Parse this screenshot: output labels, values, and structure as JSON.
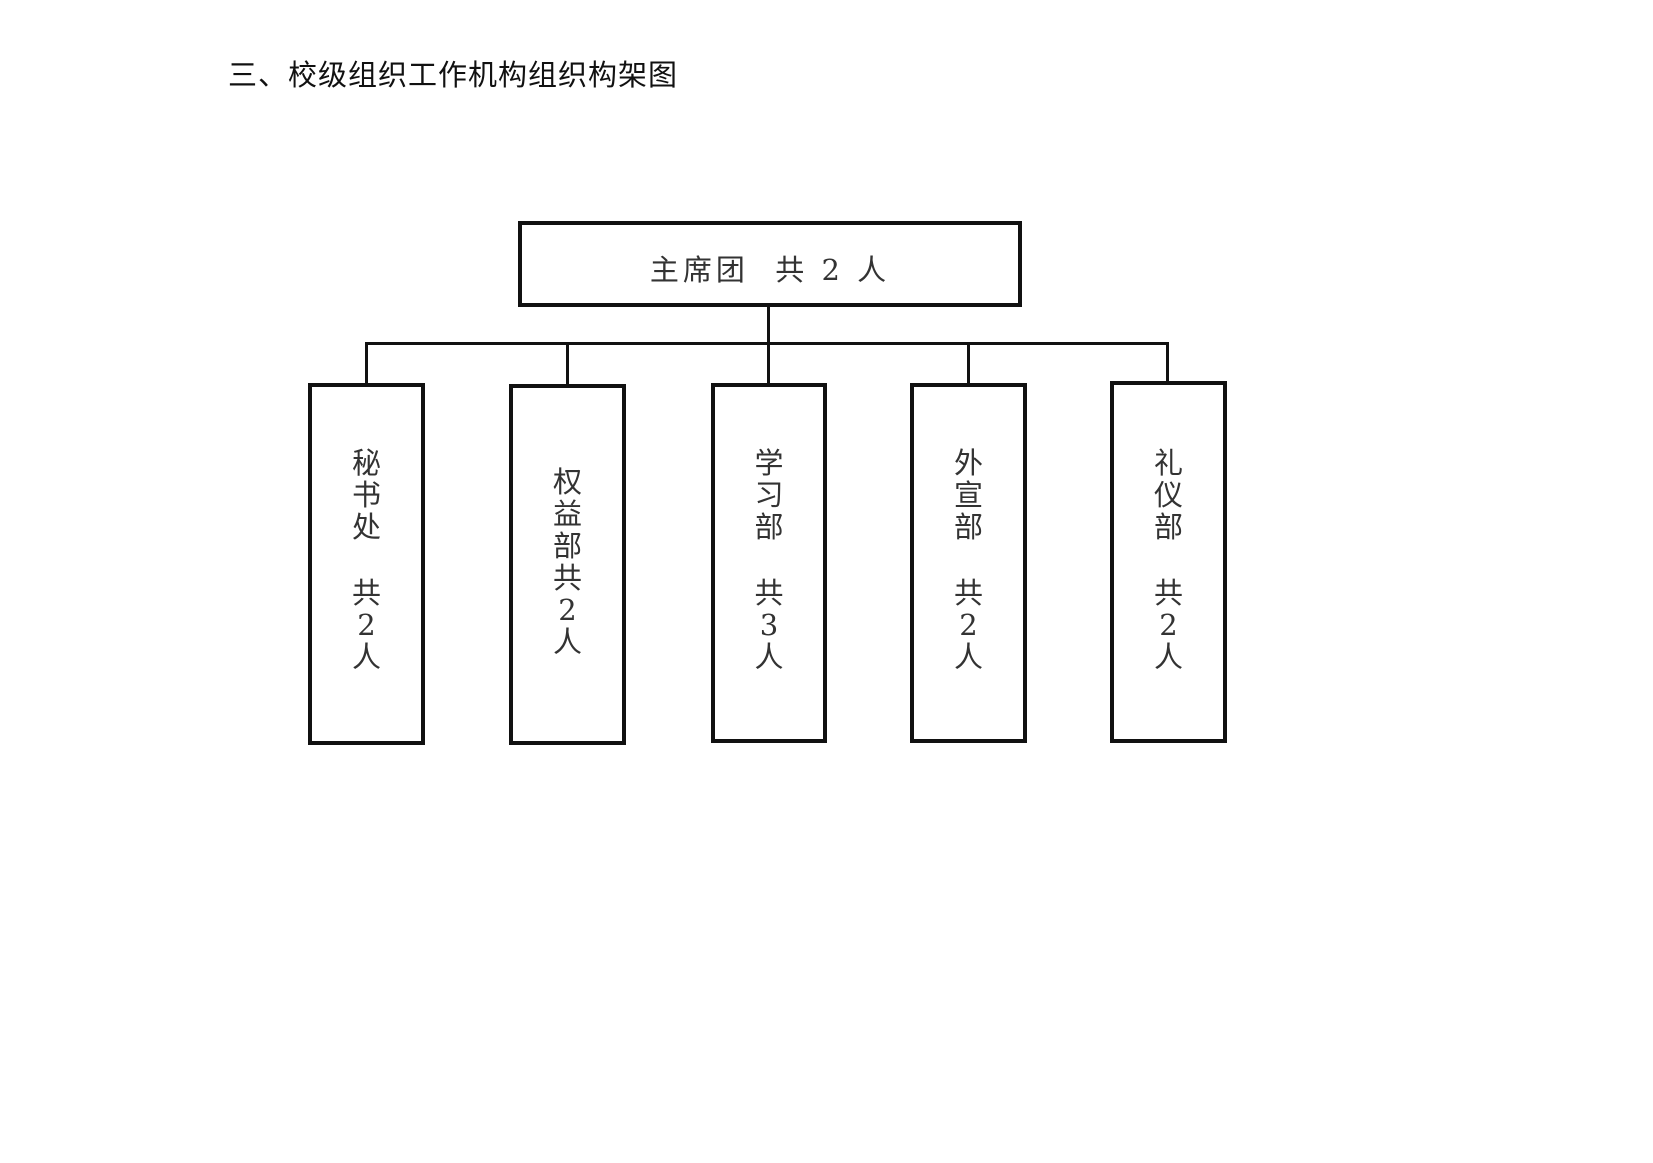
{
  "heading": "三、校级组织工作机构组织构架图",
  "root": {
    "label": "主席团  共 2 人"
  },
  "departments": [
    {
      "name": "秘书处",
      "count": "共2人"
    },
    {
      "name": "权益部",
      "count": "共2人"
    },
    {
      "name": "学习部",
      "count": "共3人"
    },
    {
      "name": "外宣部",
      "count": "共2人"
    },
    {
      "name": "礼仪部",
      "count": "共2人"
    }
  ],
  "colors": {
    "line": "#111111",
    "text": "#333333",
    "background": "#ffffff"
  }
}
